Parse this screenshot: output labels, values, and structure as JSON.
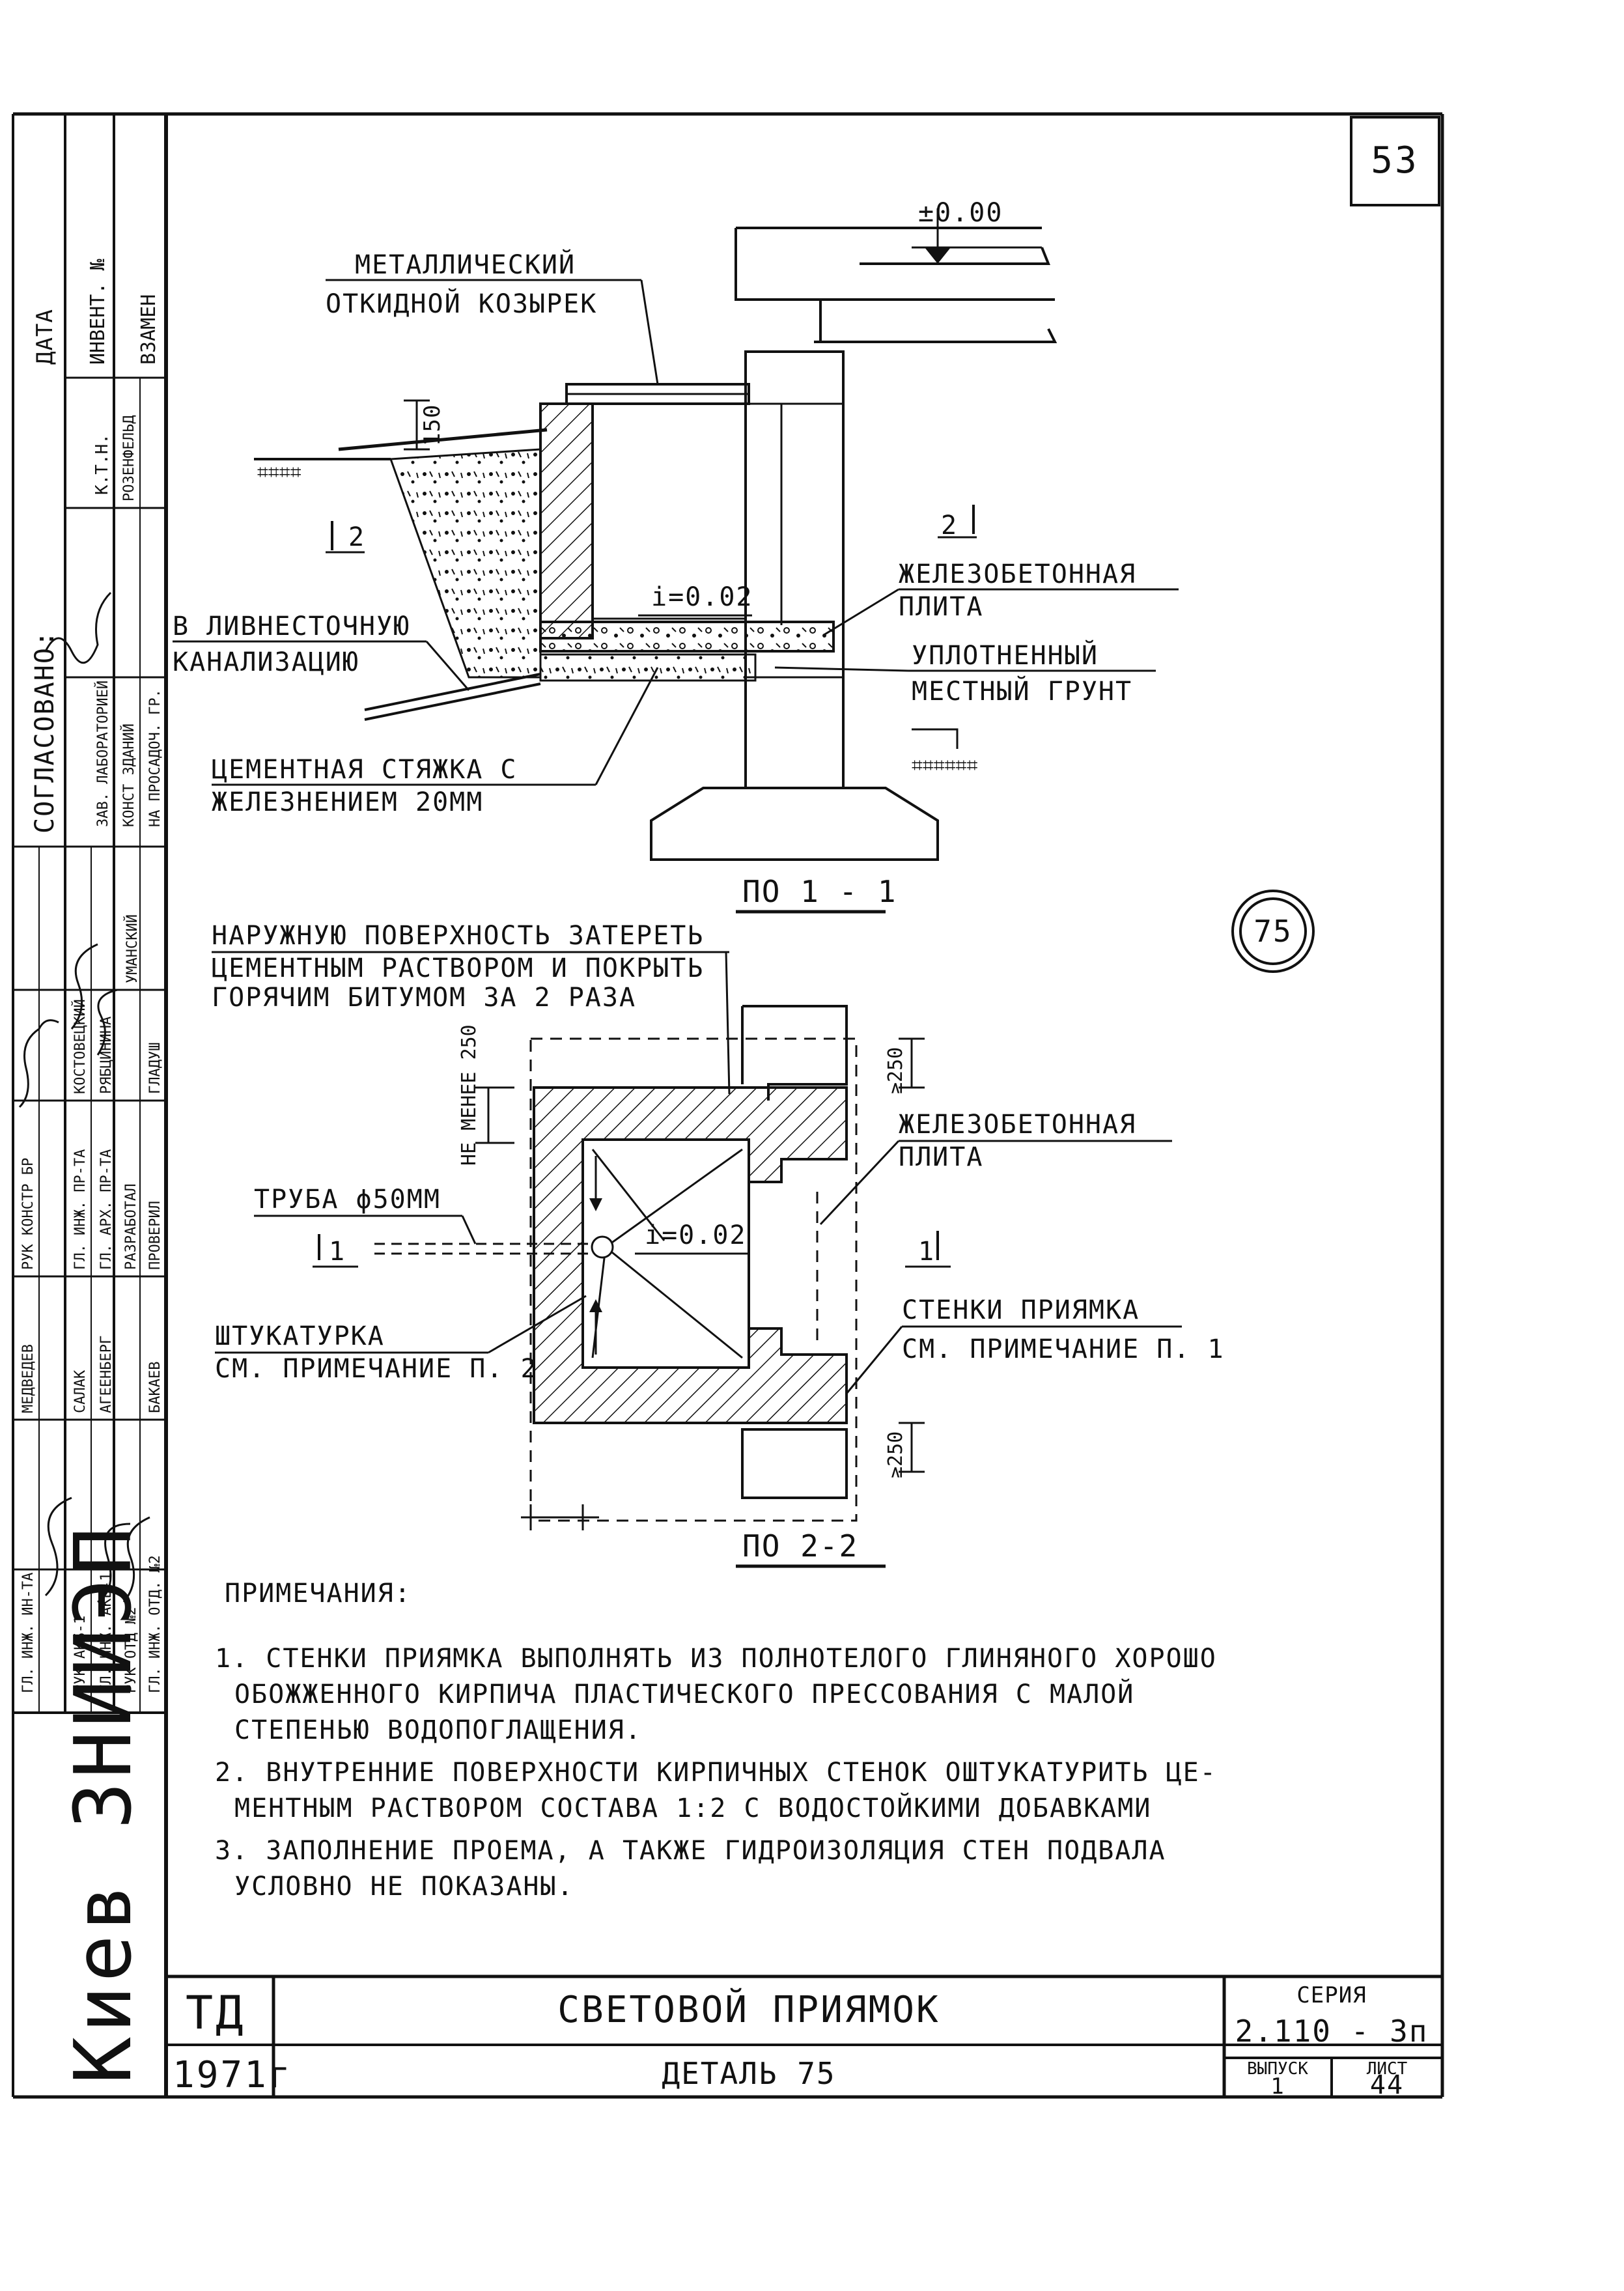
{
  "page_number": "53",
  "detail_number": "75",
  "left_strip": {
    "header_cells": [
      "ДАТА",
      "ИНВЕНТ. №",
      "ВЗАМЕН"
    ],
    "approval_title": "СОГЛАСОВАНО:",
    "approvals": [
      {
        "role": "К.Т.Н.",
        "name": "РОЗЕНФЕЛЬД"
      },
      {
        "role": "ЗАВ. ЛАБОРАТОРИЕЙ",
        "name": "КОНСТ ЗДАНИЙ"
      },
      {
        "role": "НА ПРОСАДОЧ. ГР.",
        "name": ""
      }
    ],
    "people_rows": [
      {
        "role": "ГЛ. ИНЖ. ИН-ТА",
        "name": "МЕДВЕДЕВ"
      },
      {
        "role": "РУК КОНСТР БР",
        "name": "УМАНСКИЙ"
      },
      {
        "role": "РУК АКБ-1",
        "name": "САЛАК"
      },
      {
        "role": "ГЛ. ИНЖ. ПР-ТА",
        "name": "КОСТОВЕЦКИЙ"
      },
      {
        "role": "ГЛ. ИНЖ. АКБ-1",
        "name": "АГЕЕНБЕРГ"
      },
      {
        "role": "ГЛ. АРХ. ПР-ТА",
        "name": "РЯБЦИНИНА"
      },
      {
        "role": "РУК ОТД №2",
        "name": "РАЗРАБОТАЛ"
      },
      {
        "role": "ГЛ. ИНЖ. ОТД. №2",
        "name": "БАКАЕВ"
      },
      {
        "role": "ПРОВЕРИЛ",
        "name": "ГЛАДУШ"
      }
    ],
    "org": "Киев ЗНИИЭП"
  },
  "section_1": {
    "title": "ПО 1 - 1",
    "level_mark": "±0.00",
    "dimension": "150",
    "slope": "i=0.02",
    "cut_mark": "2",
    "labels": {
      "canopy_1": "МЕТАЛЛИЧЕСКИЙ",
      "canopy_2": "ОТКИДНОЙ КОЗЫРЕК",
      "drain_1": "В ЛИВНЕСТОЧНУЮ",
      "drain_2": "КАНАЛИЗАЦИЮ",
      "slab_1": "ЖЕЛЕЗОБЕТОННАЯ",
      "slab_2": "ПЛИТА",
      "soil_1": "УПЛОТНЕННЫЙ",
      "soil_2": "МЕСТНЫЙ ГРУНТ",
      "screed_1": "ЦЕМЕНТНАЯ СТЯЖКА С",
      "screed_2": "ЖЕЛЕЗНЕНИЕМ 20ММ"
    }
  },
  "section_2": {
    "title": "ПО 2-2",
    "slope": "i=0.02",
    "cut_mark": "1",
    "dim_min": "НЕ МЕНЕЕ 250",
    "dim_top": "≥250",
    "dim_bottom": "≥250",
    "labels": {
      "surface_1": "НАРУЖНУЮ ПОВЕРХНОСТЬ ЗАТЕРЕТЬ",
      "surface_2": "ЦЕМЕНТНЫМ РАСТВОРОМ И ПОКРЫТЬ",
      "surface_3": "ГОРЯЧИМ БИТУМОМ ЗА 2 РАЗА",
      "slab_1": "ЖЕЛЕЗОБЕТОННАЯ",
      "slab_2": "ПЛИТА",
      "pipe": "ТРУБА ϕ50ММ",
      "plaster_1": "ШТУКАТУРКА",
      "plaster_2": "СМ. ПРИМЕЧАНИЕ П. 2",
      "walls_1": "СТЕНКИ ПРИЯМКА",
      "walls_2": "СМ. ПРИМЕЧАНИЕ П. 1"
    }
  },
  "notes": {
    "heading": "ПРИМЕЧАНИЯ:",
    "lines": [
      "1. СТЕНКИ ПРИЯМКА ВЫПОЛНЯТЬ ИЗ ПОЛНОТЕЛОГО ГЛИНЯНОГО ХОРОШО",
      "ОБОЖЖЕННОГО КИРПИЧА ПЛАСТИЧЕСКОГО ПРЕССОВАНИЯ С МАЛОЙ",
      "СТЕПЕНЬЮ ВОДОПОГЛАЩЕНИЯ.",
      "2. ВНУТРЕННИЕ ПОВЕРХНОСТИ КИРПИЧНЫХ СТЕНОК ОШТУКАТУРИТЬ ЦЕ-",
      "МЕНТНЫМ РАСТВОРОМ СОСТАВА 1:2 С ВОДОСТОЙКИМИ ДОБАВКАМИ",
      "3. ЗАПОЛНЕНИЕ ПРОЕМА, А ТАКЖЕ ГИДРОИЗОЛЯЦИЯ СТЕН ПОДВАЛА",
      "УСЛОВНО НЕ ПОКАЗАНЫ."
    ]
  },
  "title_block": {
    "td": "ТД",
    "year": "1971г",
    "title": "СВЕТОВОЙ ПРИЯМОК",
    "subtitle": "ДЕТАЛЬ 75",
    "series_label": "СЕРИЯ",
    "series": "2.110 - 3п",
    "issue_label": "ВЫПУСК",
    "issue": "1",
    "sheet_label": "ЛИСТ",
    "sheet": "44"
  }
}
